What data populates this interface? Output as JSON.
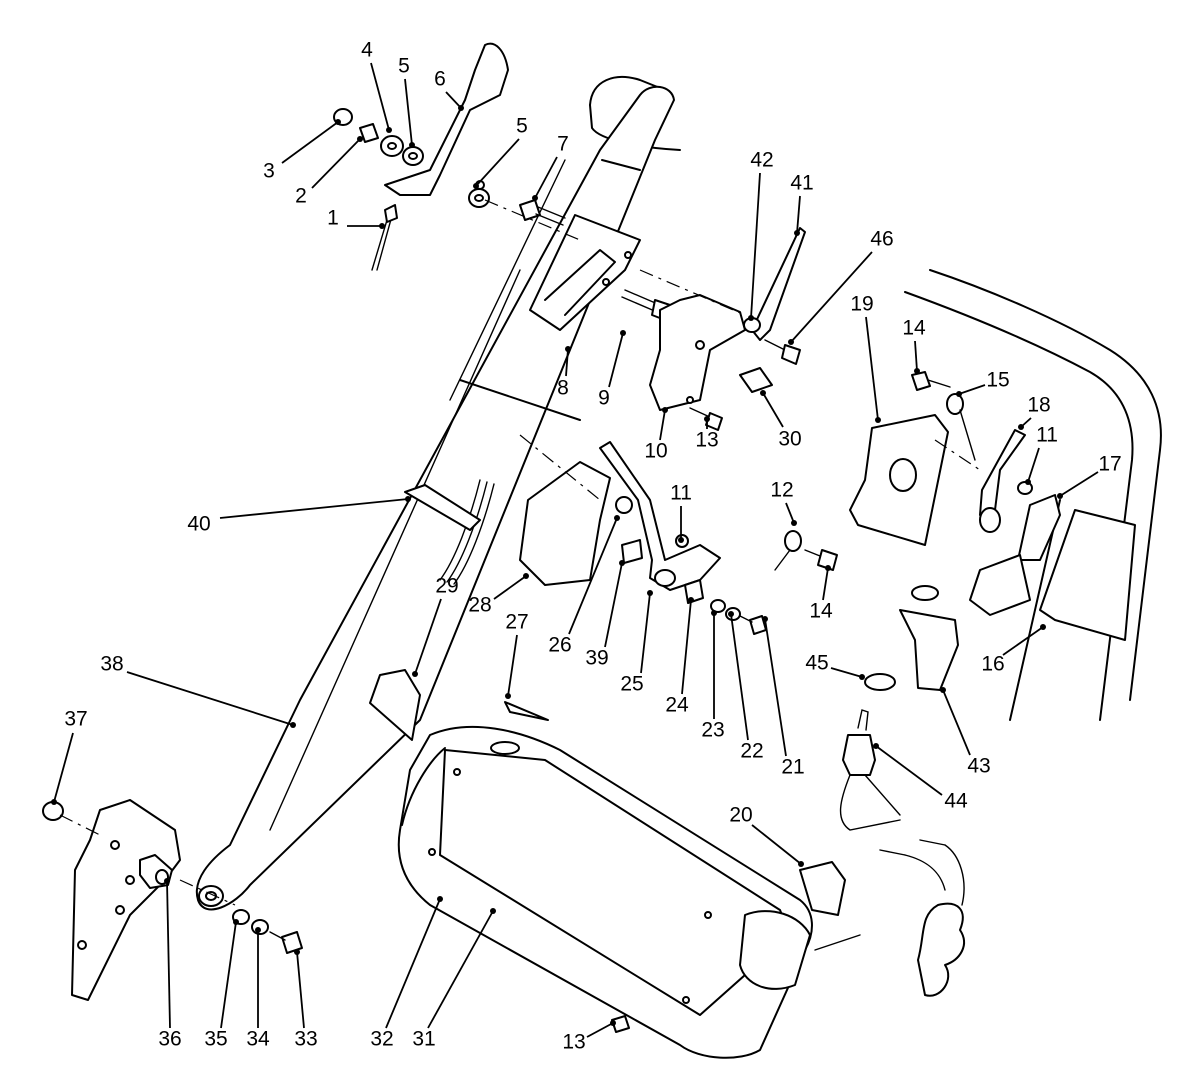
{
  "callouts": [
    {
      "text": "1"
    },
    {
      "text": "2"
    },
    {
      "text": "3"
    },
    {
      "text": "4"
    },
    {
      "text": "5"
    },
    {
      "text": "5"
    },
    {
      "text": "6"
    },
    {
      "text": "7"
    },
    {
      "text": "8"
    },
    {
      "text": "9"
    },
    {
      "text": "10"
    },
    {
      "text": "13"
    },
    {
      "text": "30"
    },
    {
      "text": "42"
    },
    {
      "text": "41"
    },
    {
      "text": "46"
    },
    {
      "text": "19"
    },
    {
      "text": "14"
    },
    {
      "text": "15"
    },
    {
      "text": "18"
    },
    {
      "text": "11"
    },
    {
      "text": "17"
    },
    {
      "text": "16"
    },
    {
      "text": "11"
    },
    {
      "text": "12"
    },
    {
      "text": "14"
    },
    {
      "text": "40"
    },
    {
      "text": "28"
    },
    {
      "text": "26"
    },
    {
      "text": "39"
    },
    {
      "text": "25"
    },
    {
      "text": "24"
    },
    {
      "text": "23"
    },
    {
      "text": "22"
    },
    {
      "text": "21"
    },
    {
      "text": "29"
    },
    {
      "text": "27"
    },
    {
      "text": "38"
    },
    {
      "text": "45"
    },
    {
      "text": "43"
    },
    {
      "text": "44"
    },
    {
      "text": "37"
    },
    {
      "text": "20"
    },
    {
      "text": "36"
    },
    {
      "text": "35"
    },
    {
      "text": "34"
    },
    {
      "text": "33"
    },
    {
      "text": "32"
    },
    {
      "text": "31"
    },
    {
      "text": "13"
    }
  ]
}
